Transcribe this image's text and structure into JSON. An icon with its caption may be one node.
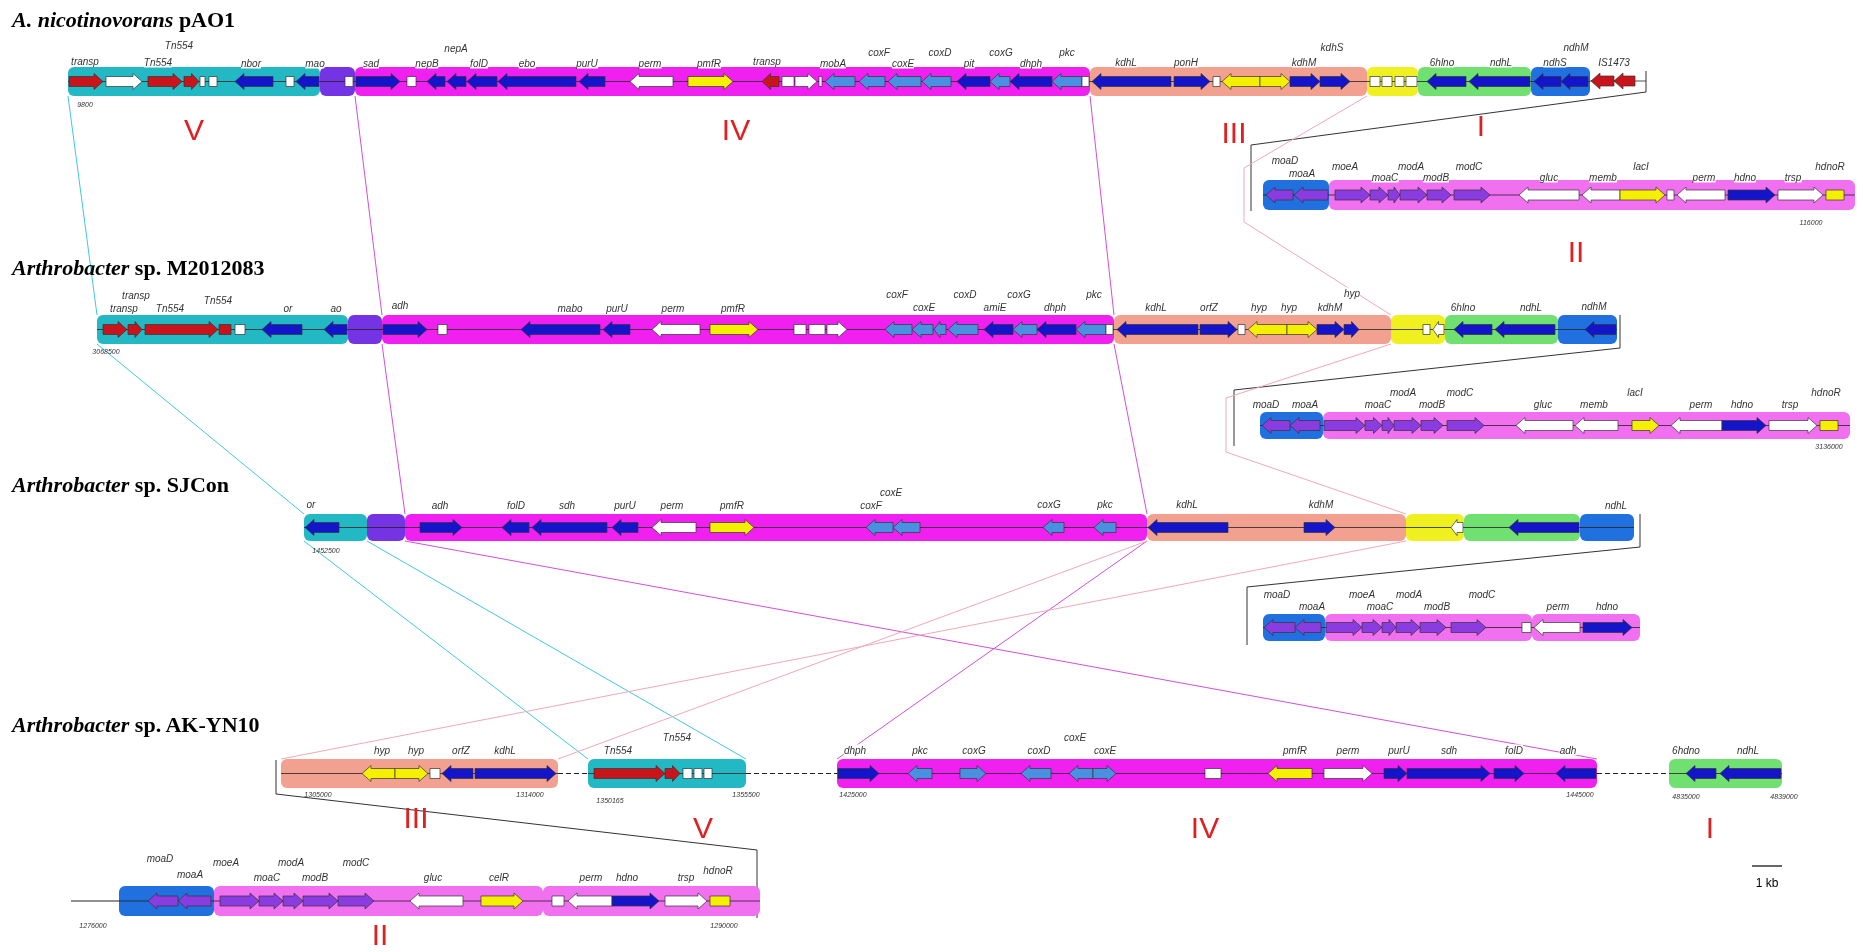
{
  "diagram": {
    "nodes": [
      {
        "text": [],
        "shape": "bar",
        "beside": [
          "V"
        ]
      },
      {
        "text": [],
        "shape": "bar"
      },
      {
        "text": [],
        "shape": "bar",
        "beside": [
          "IV"
        ]
      },
      {
        "text": [],
        "shape": "bar",
        "beside": [
          "III"
        ]
      },
      {
        "text": [],
        "shape": "bar"
      },
      {
        "text": [],
        "shape": "bar",
        "beside": [
          "I"
        ]
      },
      {
        "text": [],
        "shape": "bar"
      },
      {
        "text": [],
        "shape": "bar"
      },
      {
        "text": [],
        "shape": "bar",
        "beside": [
          "II"
        ]
      },
      {
        "text": [],
        "shape": "bar"
      },
      {
        "text": [],
        "shape": "bar"
      },
      {
        "text": [],
        "shape": "bar"
      },
      {
        "text": [],
        "shape": "bar"
      },
      {
        "text": [],
        "shape": "bar"
      },
      {
        "text": [],
        "shape": "bar"
      },
      {
        "text": [],
        "shape": "bar"
      },
      {
        "text": [],
        "shape": "bar"
      },
      {
        "text": [],
        "shape": "bar"
      },
      {
        "text": [],
        "shape": "bar"
      },
      {
        "text": [],
        "shape": "bar"
      },
      {
        "text": [],
        "shape": "bar"
      },
      {
        "text": [],
        "shape": "bar"
      },
      {
        "text": [],
        "shape": "bar"
      },
      {
        "text": [],
        "shape": "bar"
      },
      {
        "text": [],
        "shape": "bar"
      },
      {
        "text": [],
        "shape": "bar"
      },
      {
        "text": [],
        "shape": "bar"
      },
      {
        "text": [],
        "shape": "bar"
      },
      {
        "text": [],
        "shape": "bar",
        "beside": [
          "III"
        ]
      },
      {
        "text": [],
        "shape": "bar",
        "beside": [
          "V"
        ]
      },
      {
        "text": [],
        "shape": "bar",
        "beside": [
          "IV"
        ]
      },
      {
        "text": [],
        "shape": "bar",
        "beside": [
          "I"
        ]
      },
      {
        "text": [],
        "shape": "bar"
      },
      {
        "text": [],
        "shape": "bar",
        "beside": [
          "II"
        ]
      },
      {
        "text": [],
        "shape": "bar"
      }
    ],
    "edges": [
      {
        "from": 0,
        "to": 9,
        "arrow": "none",
        "color": "#40c8e0"
      },
      {
        "from": 9,
        "to": 18,
        "arrow": "none",
        "color": "#40c8e0"
      },
      {
        "from": 18,
        "to": 29,
        "arrow": "none",
        "color": "#40c8e0"
      },
      {
        "from": 18,
        "to": 29,
        "arrow": "none",
        "color": "#40c8e0"
      },
      {
        "from": 2,
        "to": 11,
        "arrow": "none",
        "color": "#d050d8"
      },
      {
        "from": 11,
        "to": 20,
        "arrow": "none",
        "color": "#d050d8"
      },
      {
        "from": 20,
        "to": 30,
        "arrow": "none",
        "color": "#d050d8"
      },
      {
        "from": 2,
        "to": 11,
        "arrow": "none",
        "color": "#d050d8"
      },
      {
        "from": 11,
        "to": 20,
        "arrow": "none",
        "color": "#d050d8"
      },
      {
        "from": 20,
        "to": 30,
        "arrow": "none",
        "color": "#d050d8"
      },
      {
        "from": 3,
        "to": 12,
        "arrow": "none",
        "color": "#f0a8b8"
      },
      {
        "from": 12,
        "to": 21,
        "arrow": "none",
        "color": "#f0a8b8"
      },
      {
        "from": 21,
        "to": 28,
        "arrow": "none",
        "color": "#f0a8b8"
      },
      {
        "from": 21,
        "to": 28,
        "arrow": "none",
        "color": "#f0a8b8"
      },
      {
        "from": 28,
        "to": 29,
        "arrow": "none",
        "style": "dashed",
        "color": "#222222"
      },
      {
        "from": 29,
        "to": 30,
        "arrow": "none",
        "style": "dashed",
        "color": "#222222"
      },
      {
        "from": 30,
        "to": 31,
        "arrow": "none",
        "style": "dashed",
        "color": "#222222"
      },
      {
        "from": null,
        "to": 32,
        "arrow": "none",
        "color": "#222222"
      }
    ],
    "labels": [
      "*A. nicotinovorans* pAO1",
      "transp",
      "Tn554",
      "Tn554",
      "nbor",
      "mao",
      "sad",
      "nepA",
      "nepB",
      "folD",
      "ebo",
      "purU",
      "perm",
      "pmfR",
      "transp",
      "mobA",
      "coxF",
      "coxE",
      "coxD",
      "pit",
      "coxG",
      "dhph",
      "pkc",
      "kdhL",
      "ponH",
      "kdhS",
      "kdhM",
      "6hlno",
      "ndhL",
      "ndhM",
      "ndhS",
      "IS1473",
      "9800",
      "moaD",
      "moaA",
      "moeA",
      "moaC",
      "modA",
      "modB",
      "modC",
      "gluc",
      "memb",
      "lacI",
      "perm",
      "hdno",
      "trsp",
      "hdnoR",
      "116000",
      "*Arthrobacter* sp. M2012083",
      "transp",
      "transp",
      "Tn554",
      "Tn554",
      "or",
      "ao",
      "adh",
      "mabo",
      "purU",
      "perm",
      "pmfR",
      "coxF",
      "coxE",
      "coxD",
      "amiE",
      "coxG",
      "dhph",
      "pkc",
      "kdhL",
      "orfZ",
      "hyp",
      "hyp",
      "kdhM",
      "hyp",
      "6hlno",
      "ndhL",
      "ndhM",
      "3068500",
      "moaD",
      "moaA",
      "moaC",
      "modA",
      "modB",
      "modC",
      "gluc",
      "memb",
      "lacI",
      "perm",
      "hdno",
      "trsp",
      "hdnoR",
      "3136000",
      "*Arthrobacter* sp. SJCon",
      "or",
      "adh",
      "folD",
      "sdh",
      "purU",
      "perm",
      "pmfR",
      "coxE",
      "coxF",
      "coxG",
      "pkc",
      "kdhL",
      "kdhM",
      "ndhL",
      "1452500",
      "moaD",
      "moaA",
      "moeA",
      "modA",
      "moaC",
      "modB",
      "modC",
      "perm",
      "hdno",
      "*Arthrobacter* sp. AK-YN10",
      "hyp",
      "hyp",
      "orfZ",
      "kdhL",
      "Tn554",
      "Tn554",
      "dhph",
      "pkc",
      "coxG",
      "coxD",
      "coxE",
      "coxE",
      "pmfR",
      "perm",
      "purU",
      "sdh",
      "folD",
      "adh",
      "6hdno",
      "ndhL",
      "1305000",
      "1314000",
      "1350165",
      "1355500",
      "1425000",
      "1445000",
      "4835000",
      "4839000",
      "moaD",
      "moaA",
      "moeA",
      "moaC",
      "modA",
      "modB",
      "modC",
      "gluc",
      "celR",
      "perm",
      "hdno",
      "trsp",
      "hdnoR",
      "1276000",
      "1290000",
      "1 kb"
    ]
  }
}
